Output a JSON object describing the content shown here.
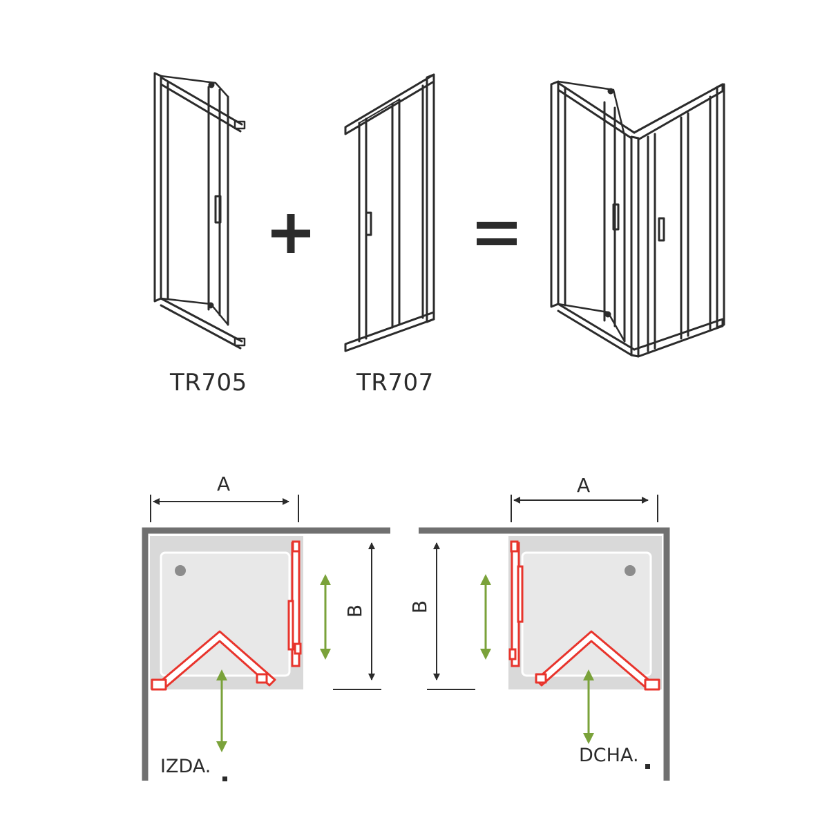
{
  "top": {
    "product_left": "TR705",
    "product_right": "TR707",
    "plus_symbol": "+",
    "equals_symbol": "="
  },
  "plans": {
    "left": {
      "width_label": "A",
      "depth_label": "B",
      "side_label": "IZDA."
    },
    "right": {
      "width_label": "A",
      "depth_label": "B",
      "side_label": "DCHA."
    }
  },
  "colors": {
    "line": "#2b2b2b",
    "wall": "#707070",
    "tray": "#d9d9d9",
    "tray_inner": "#e8e8e8",
    "door": "#e8342c",
    "arrow": "#7aa23a"
  }
}
